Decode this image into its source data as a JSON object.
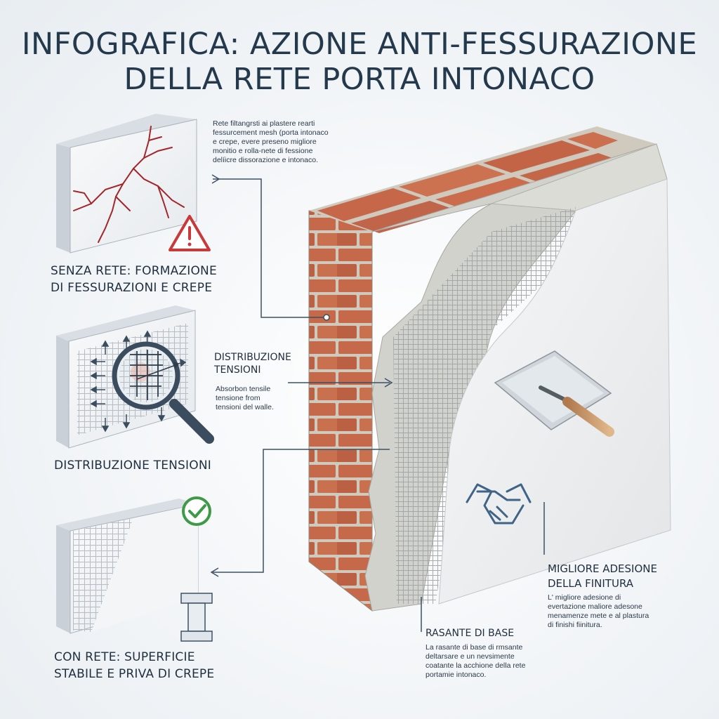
{
  "title": {
    "line1": "INFOGRAFICA: AZIONE ANTI-FESSURAZIONE",
    "line2": "DELLA RETE PORTA INTONACO"
  },
  "panels": {
    "cracked": {
      "label_line1": "SENZA RETE: FORMAZIONE",
      "label_line2": "DI FESSURAZIONI E CREPE",
      "icon": "warning-triangle-icon",
      "crack_color": "#a3262b"
    },
    "tension": {
      "label": "DISTRIBUZIONE TENSIONI",
      "icon": "magnifier-icon"
    },
    "stable": {
      "label_line1": "CON RETE: SUPERFICIE",
      "label_line2": "STABILE E PRIVA DI CREPE",
      "icon": "check-circle-icon",
      "check_color": "#3d9b47"
    }
  },
  "callouts": {
    "top_note": [
      "Rete filtangrsti ai plastere rearti",
      "fessurcement mesh (porta intonaco",
      "e crepe, evere preseno migliore",
      "monitio e rolla-nete di fessione",
      "delíicre dissorazione e intonaco."
    ],
    "tension": {
      "title_line1": "DISTRIBUZIONE",
      "title_line2": "TENSIONI",
      "note": [
        "Absorbon tensile",
        "tensione from",
        "tensioni del walle."
      ]
    },
    "adhesion": {
      "title_line1": "MIGLIORE ADESIONE",
      "title_line2": "DELLA FINITURA",
      "note": [
        "L' migliore adesione di",
        "evertazione maliore adesone",
        "menamenze mete e al plastura",
        "di finishi fiinitura."
      ],
      "icon": "handshake-icon"
    },
    "base": {
      "title": "RASANTE DI BASE",
      "note": [
        "La rasante di base di rmsante",
        "deltarsare e un nevsimente",
        "coatante la acchione della rete",
        "portamie intonaco."
      ]
    }
  },
  "colors": {
    "brick": "#c5694a",
    "mortar": "#cfcabd",
    "plaster": "#d2d2cc",
    "finish": "#eeeff0",
    "line": "#3d5163"
  }
}
